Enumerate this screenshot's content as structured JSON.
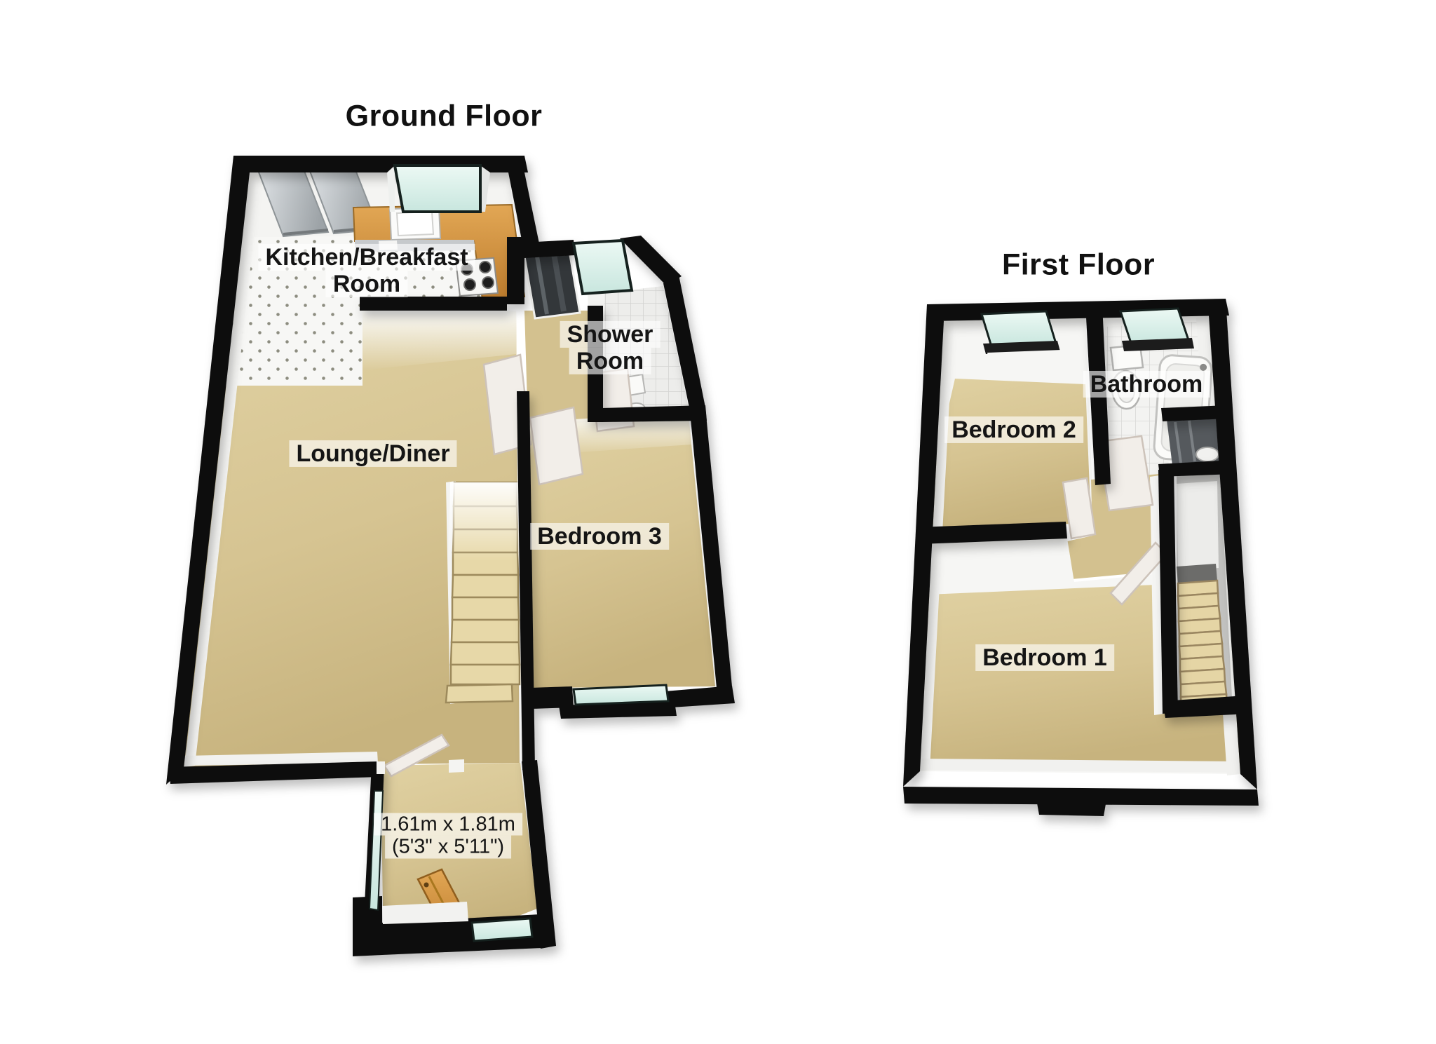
{
  "floors": {
    "ground": {
      "title": "Ground Floor",
      "rooms": {
        "kitchen": {
          "line1": "Kitchen/Breakfast",
          "line2": "Room"
        },
        "shower": {
          "line1": "Shower",
          "line2": "Room"
        },
        "lounge": {
          "label": "Lounge/Diner"
        },
        "bedroom3": {
          "label": "Bedroom 3"
        },
        "hall": {
          "dim_metric": "1.61m x 1.81m",
          "dim_imperial": "(5'3\" x 5'11\")"
        }
      }
    },
    "first": {
      "title": "First Floor",
      "rooms": {
        "bedroom2": {
          "label": "Bedroom 2"
        },
        "bathroom": {
          "label": "Bathroom"
        },
        "bedroom1": {
          "label": "Bedroom 1"
        }
      }
    }
  },
  "colors": {
    "wall": "#0d0d0d",
    "carpet": "#d6c492",
    "window_glass": "#d9efe8",
    "kitchen_counter": "#cf8e3d",
    "kitchen_cabinet": "#b9bec2",
    "label_text": "#151515",
    "label_background": "rgba(255,255,255,0.62)"
  }
}
